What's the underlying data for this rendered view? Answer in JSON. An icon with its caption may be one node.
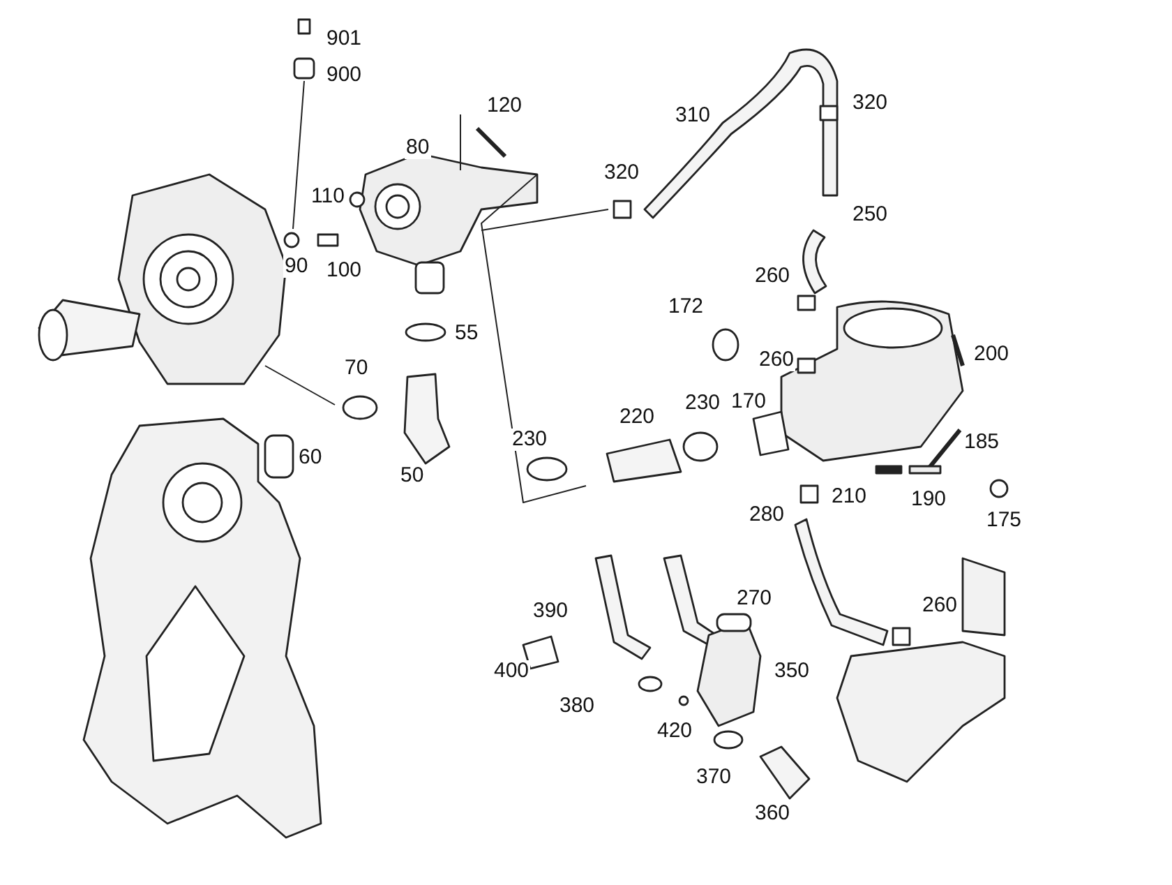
{
  "diagram": {
    "labels": [
      "901",
      "900",
      "120",
      "310",
      "320",
      "80",
      "110",
      "320",
      "250",
      "90",
      "100",
      "260",
      "172",
      "55",
      "260",
      "200",
      "70",
      "230",
      "220",
      "230",
      "170",
      "185",
      "60",
      "50",
      "280",
      "210",
      "190",
      "175",
      "270",
      "390",
      "260",
      "400",
      "350",
      "380",
      "420",
      "370",
      "360"
    ]
  }
}
